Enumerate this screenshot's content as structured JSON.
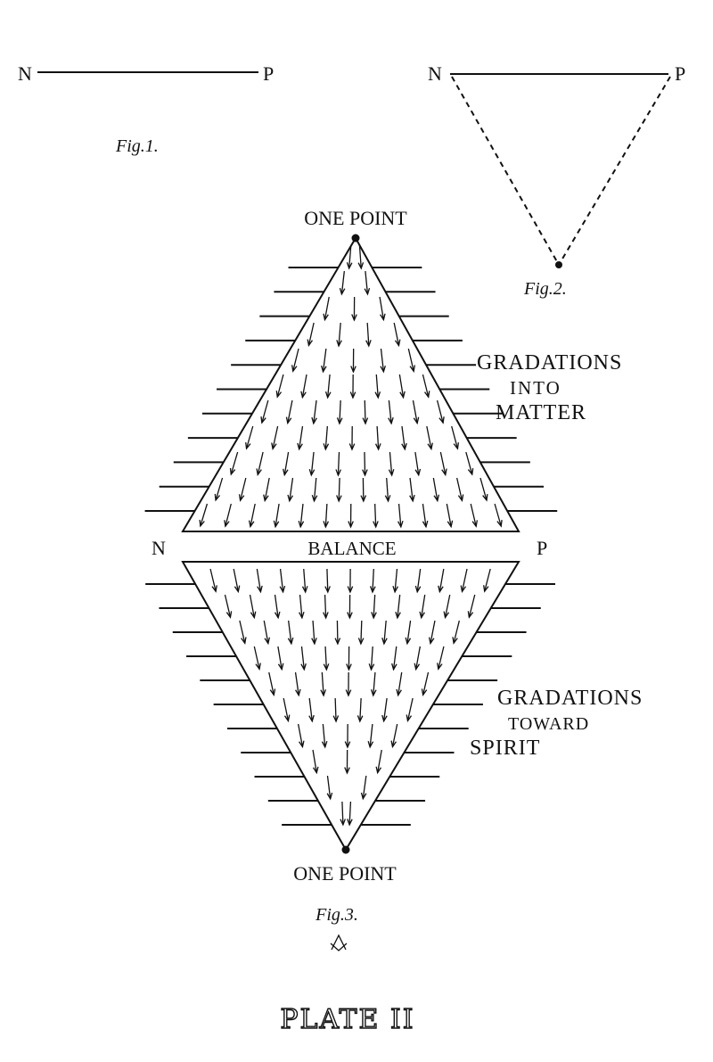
{
  "fig1": {
    "left_label": "N",
    "right_label": "P",
    "caption": "Fig.1."
  },
  "fig2": {
    "left_label": "N",
    "right_label": "P",
    "caption": "Fig.2."
  },
  "fig3": {
    "top_label": "ONE POINT",
    "bottom_label": "ONE POINT",
    "balance_label": "BALANCE",
    "left_pole": "N",
    "right_pole": "P",
    "upper_annotation": [
      "GRADATIONS",
      "INTO",
      "MATTER"
    ],
    "lower_annotation": [
      "GRADATIONS",
      "TOWARD",
      "SPIRIT"
    ],
    "caption": "Fig.3."
  },
  "plate_title": "PLATE II",
  "colors": {
    "ink": "#111111",
    "paper": "#ffffff"
  }
}
